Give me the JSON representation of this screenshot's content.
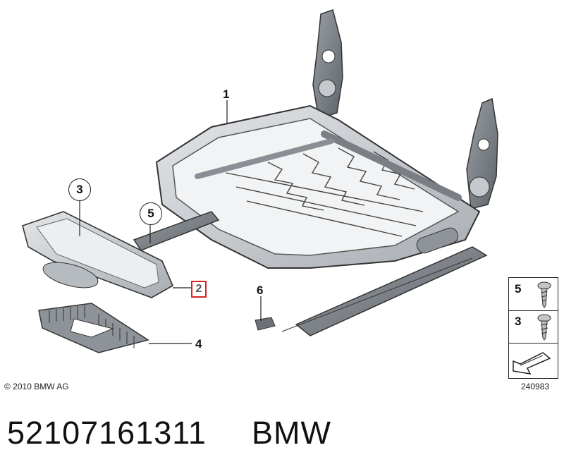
{
  "callouts": {
    "c1": "1",
    "c2": "2",
    "c3": "3",
    "c4": "4",
    "c5": "5",
    "c6": "6"
  },
  "screw_table": {
    "row1_num": "5",
    "row2_num": "3"
  },
  "footer": {
    "copyright": "© 2010 BMW AG",
    "diagram_id": "240983",
    "part_number": "52107161311",
    "brand": "BMW"
  },
  "colors": {
    "highlight_box": "#dd2222",
    "line": "#222222",
    "part_fill": "#cfd2d6",
    "part_dark": "#6d7278"
  }
}
